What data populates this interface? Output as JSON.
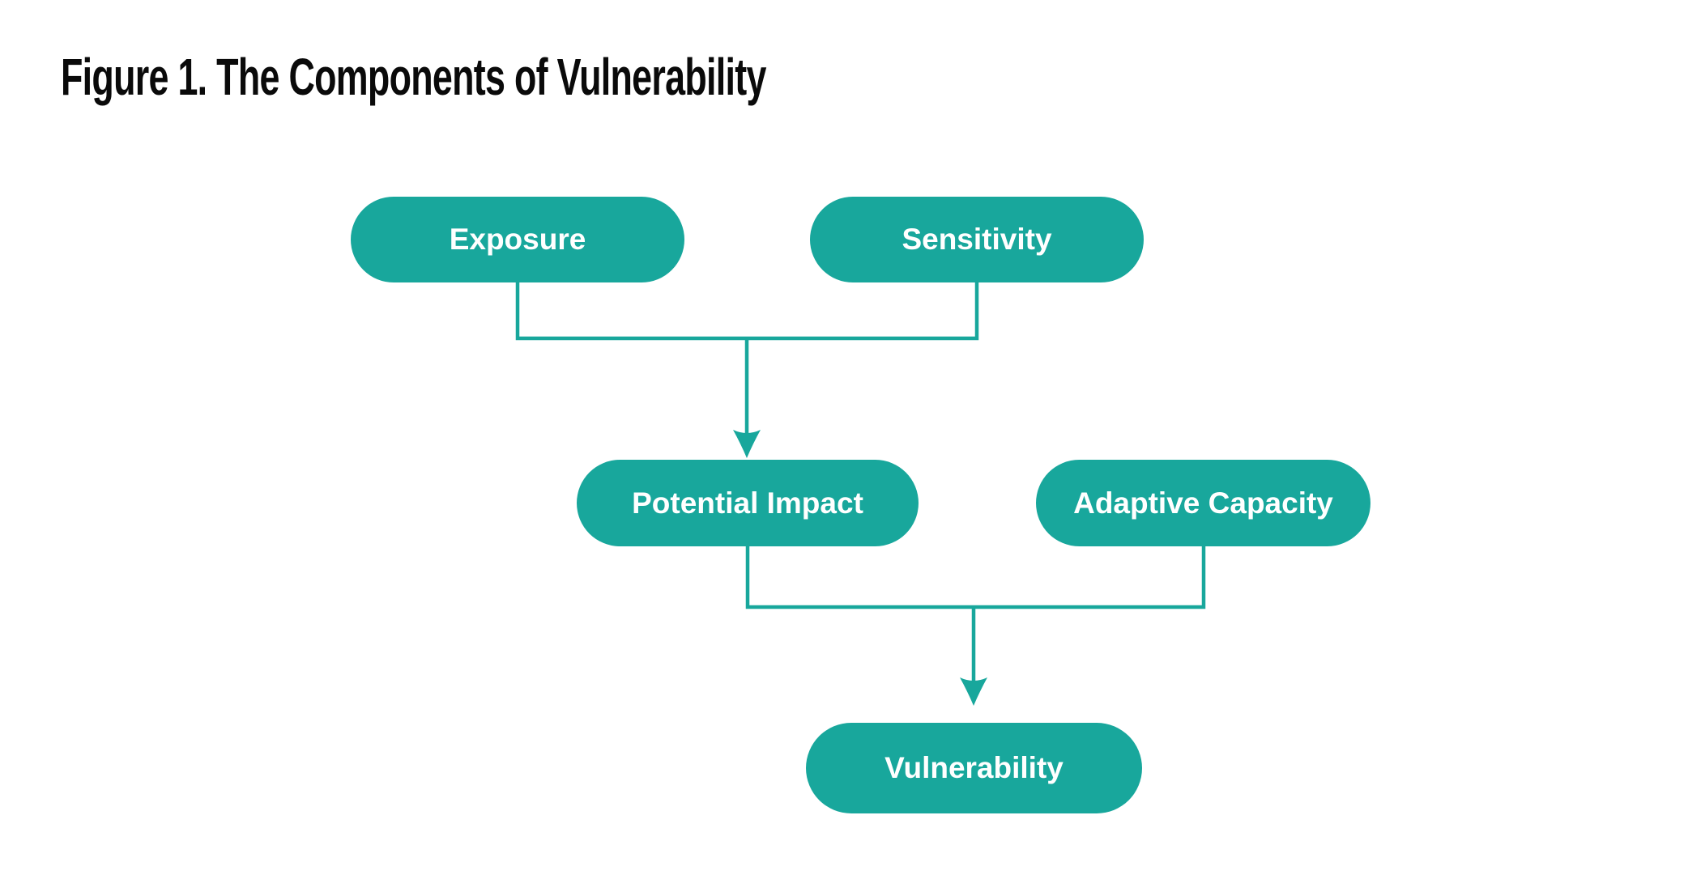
{
  "figure": {
    "title": "Figure 1. The Components of Vulnerability"
  },
  "colors": {
    "accent": "#18a79c",
    "node_text": "#ffffff",
    "title_text": "#0a0a0a",
    "background": "#ffffff"
  },
  "nodes": {
    "exposure": {
      "label": "Exposure"
    },
    "sensitivity": {
      "label": "Sensitivity"
    },
    "potential_impact": {
      "label": "Potential Impact"
    },
    "adaptive_capacity": {
      "label": "Adaptive Capacity"
    },
    "vulnerability": {
      "label": "Vulnerability"
    }
  },
  "relations": [
    {
      "from": [
        "Exposure",
        "Sensitivity"
      ],
      "to": "Potential Impact"
    },
    {
      "from": [
        "Potential Impact",
        "Adaptive Capacity"
      ],
      "to": "Vulnerability"
    }
  ]
}
